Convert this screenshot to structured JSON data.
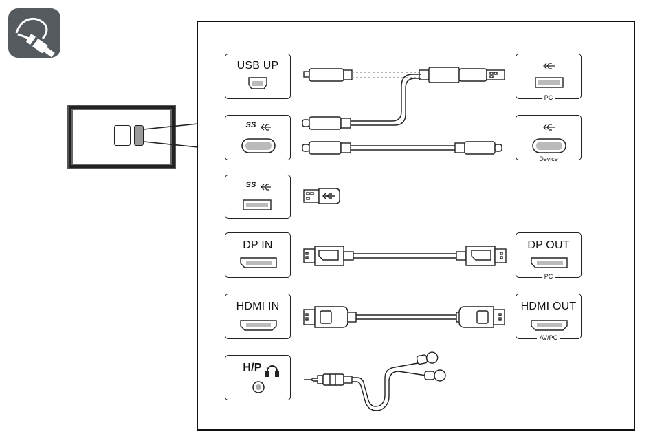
{
  "badge": {
    "icon": "cable-plug-icon"
  },
  "monitor": {
    "icon": "monitor-back-panel-icon"
  },
  "ports": [
    {
      "id": "usb-up",
      "label": "USB UP",
      "icon": "usb-b-port-icon"
    },
    {
      "id": "usb-c",
      "label": "SS",
      "icon": "usb-c-port-icon",
      "logo": "superspeed-usb-logo"
    },
    {
      "id": "usb-a",
      "label": "SS",
      "icon": "usb-a-port-icon",
      "logo": "superspeed-usb-logo"
    },
    {
      "id": "dp-in",
      "label": "DP IN",
      "icon": "displayport-icon"
    },
    {
      "id": "hdmi-in",
      "label": "HDMI IN",
      "icon": "hdmi-port-icon"
    },
    {
      "id": "hp",
      "label": "H/P",
      "icon": "headphone-jack-icon",
      "logo": "headphone-icon"
    }
  ],
  "targets": [
    {
      "id": "pc-usb",
      "sublabel": "PC",
      "icon": "usb-a-port-icon",
      "logo": "usb-logo"
    },
    {
      "id": "device",
      "sublabel": "Device",
      "icon": "usb-c-port-icon",
      "logo": "usb-logo"
    },
    {
      "id": "dp-out",
      "label": "DP OUT",
      "sublabel": "PC",
      "icon": "displayport-icon"
    },
    {
      "id": "hdmi-out",
      "label": "HDMI OUT",
      "sublabel": "AV/PC",
      "icon": "hdmi-port-icon"
    }
  ],
  "cables": [
    {
      "id": "usb-b-to-a-cable",
      "icon": "usb-cable-icon"
    },
    {
      "id": "usb-c-to-a-cable",
      "icon": "usb-cable-icon"
    },
    {
      "id": "usb-c-to-c-cable",
      "icon": "usb-c-cable-icon"
    },
    {
      "id": "usb-a-plug",
      "icon": "usb-a-plug-icon"
    },
    {
      "id": "dp-cable",
      "icon": "displayport-cable-icon"
    },
    {
      "id": "hdmi-cable",
      "icon": "hdmi-cable-icon"
    },
    {
      "id": "headphone-cable",
      "icon": "earphone-cable-icon"
    }
  ]
}
